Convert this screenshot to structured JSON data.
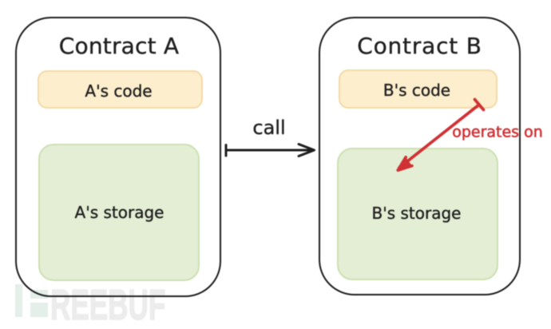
{
  "contract_a": {
    "title": "Contract A",
    "code_label": "A's code",
    "storage_label": "A's storage"
  },
  "contract_b": {
    "title": "Contract B",
    "code_label": "B's code",
    "storage_label": "B's storage"
  },
  "arrows": {
    "call_label": "call",
    "operates_on_label": "operates on"
  },
  "watermark": {
    "text": "REEBUF",
    "icon": "freebuf-logo"
  },
  "colors": {
    "bg": "#ffffff",
    "ink": "#1e1e1e",
    "orange_fill": "#fdeecd",
    "orange_stroke": "#f4d9a7",
    "green_fill": "#e3eed4",
    "green_stroke": "#cde0b2",
    "red": "#cf3134",
    "wm_mint": "#e3efe8",
    "wm_gray": "#ececec"
  }
}
